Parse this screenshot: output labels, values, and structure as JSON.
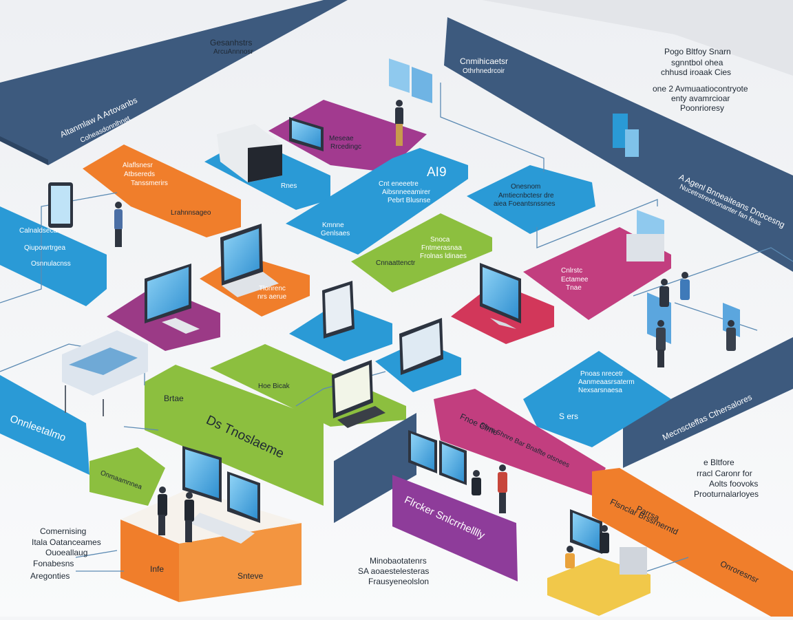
{
  "colors": {
    "navy": "#3d5a7e",
    "blue": "#2a9ad6",
    "orange": "#f07e2b",
    "magenta": "#9b3a86",
    "green": "#8cbf3f",
    "red": "#d2375a",
    "pink": "#c23e7f",
    "yellow": "#f1c84a",
    "purple": "#8e3c9a"
  },
  "banners": {
    "top_left": {
      "line1": "Gesanhstrs",
      "line2": "ArcuAnnnosr"
    },
    "top_left_sub": {
      "line1": "Altanmlaw A Artovanbs",
      "line2": "Coheasdonnlhnet"
    },
    "top_center": {
      "line1": "Cnmihicaetsr",
      "line2": "Othrhnedrcoir"
    },
    "right_wall": {
      "line1": "A Agenl Bnneaiteans Dnocesng",
      "line2": "Nucetrstrenbonanter fan feas"
    },
    "left_wall": {
      "line1": "Calnaldsecas",
      "line2": "Qiupowrtrgea",
      "line3": "Osnnulacnss"
    },
    "right_blue": "Mecnscteffas Cthersalores",
    "green_big": {
      "line1": "Brtae",
      "line2": "Ds Tnoslaeme"
    },
    "orange_right": {
      "line1": "Parrsa",
      "line2": "Flsnclar Brssrnerntd",
      "line3": "Onroresnsr"
    },
    "purple_bottom": "Flrcker Snlcrrhelllly",
    "magenta_bottom": {
      "line1": "Fnoe Clrne",
      "line2": "Slnm Shnre Bar Bnaflte otsnees"
    },
    "left_blue_bottom": "Onnleetalmo"
  },
  "tiles": {
    "orange_tile": {
      "line1": "Alaflsnesr",
      "line2": "Atbsereds",
      "line3": "Tanssmerirs"
    },
    "orange_tile_b": "Lrahnnsageo",
    "blue_tile_left": "Rnes",
    "magenta_top": {
      "line1": "Meseae",
      "line2": "Rrcedingc"
    },
    "blue_center": {
      "big": "AI9",
      "line1": "Cnt eneeetre",
      "line2": "Aibsnneeamirer",
      "line3": "Pebrt Blusnse"
    },
    "blue_center_b": {
      "line1": "Kmnne",
      "line2": "Genlsaes"
    },
    "blue_right": {
      "line1": "Onesnom",
      "line2": "Amtiecnbctesr dre",
      "line3": "aiea Foeantsnssnes"
    },
    "green_tile": {
      "line1": "Snoca",
      "line2": "Fntmerasnaa",
      "line3": "Frolnas ldinaes"
    },
    "green_tile_b": "Cnnaattenctr",
    "red_tile": {
      "line1": "Cnlrstc",
      "line2": "Ectamee",
      "line3": "Tnae"
    },
    "orange_mid": {
      "line1": "Tlonrenc",
      "line2": "nrs aerue"
    },
    "blue_small": {
      "line1": "Pnoas nrecetr",
      "line2": "Aanmeaasrsaterm",
      "line3": "Nexsarsnaesa"
    },
    "blue_small_b": "S ers",
    "green_small": "Hoe Bicak",
    "green_bottom": "Onmaamnnea",
    "orange_box": {
      "left": "Infe",
      "right": "Snteve"
    }
  },
  "notes": {
    "top_right": {
      "line1": "Pogo Bltfoy Snarn",
      "line2": "sgnntbol ohea",
      "line3": "chhusd iroaak Cies",
      "line4": "one 2 Avmuaatiocontryote",
      "line5": "enty avamrcioar",
      "line6": "Poonrioresy"
    },
    "right_mid": {
      "line1": "e Bltfore",
      "line2": "rracl Caronr for",
      "line3": "Aolts foovoks",
      "line4": "Prooturnalarloyes"
    },
    "bottom_left": {
      "line1": "Comernising",
      "line2": "Itala Oatanceames",
      "line3": "Ouoeallaug",
      "line4": "Fonabesns",
      "line5": "Aregonties"
    },
    "bottom_center": {
      "line1": "Minobaotatenrs",
      "line2": "SA aoaestelesteras",
      "line3": "Frausyeneolslon"
    }
  }
}
